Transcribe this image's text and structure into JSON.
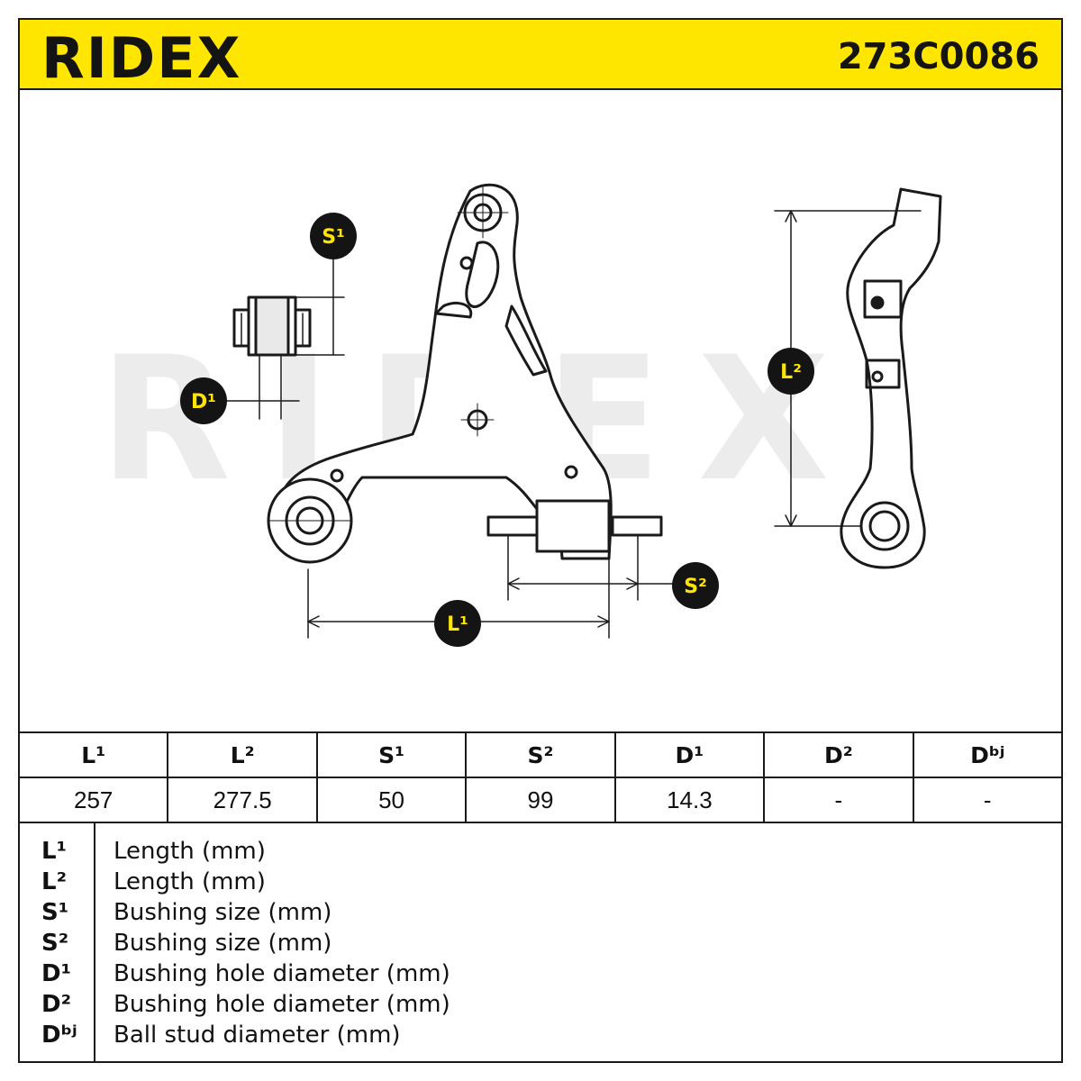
{
  "header": {
    "brand": "RIDEX",
    "part_number": "273C0086"
  },
  "watermark": "RIDEX",
  "badges": {
    "s1": "S¹",
    "d1": "D¹",
    "l2": "L²",
    "s2": "S²",
    "l1": "L¹"
  },
  "table": {
    "headers": [
      "L¹",
      "L²",
      "S¹",
      "S²",
      "D¹",
      "D²",
      "Dᵇʲ"
    ],
    "values": [
      "257",
      "277.5",
      "50",
      "99",
      "14.3",
      "-",
      "-"
    ]
  },
  "legend": [
    {
      "symbol": "L¹",
      "text": "Length (mm)"
    },
    {
      "symbol": "L²",
      "text": "Length (mm)"
    },
    {
      "symbol": "S¹",
      "text": "Bushing size (mm)"
    },
    {
      "symbol": "S²",
      "text": "Bushing size (mm)"
    },
    {
      "symbol": "D¹",
      "text": "Bushing hole diameter (mm)"
    },
    {
      "symbol": "D²",
      "text": "Bushing hole diameter (mm)"
    },
    {
      "symbol": "Dᵇʲ",
      "text": "Ball stud diameter (mm)"
    }
  ],
  "colors": {
    "accent": "#ffe600",
    "ink": "#141414",
    "watermark": "#ececec"
  }
}
